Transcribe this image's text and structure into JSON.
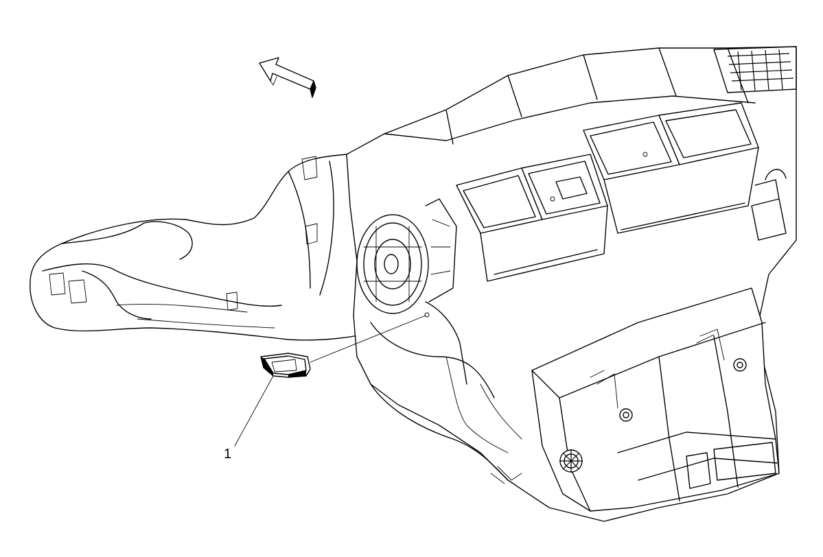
{
  "figure": {
    "callouts": [
      {
        "number": "1"
      }
    ],
    "icons": [
      "direction-arrow-icon",
      "door-actuator-part",
      "hvac-module-assembly"
    ],
    "colors": {
      "ink": "#000000",
      "paper": "#ffffff"
    }
  }
}
